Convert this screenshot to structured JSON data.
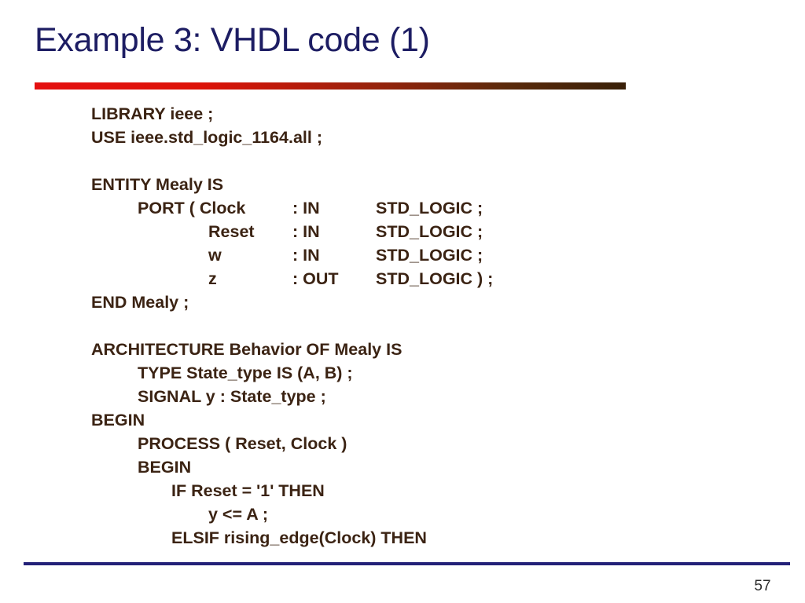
{
  "slide": {
    "title": "Example 3: VHDL code (1)",
    "page_number": "57",
    "colors": {
      "title": "#1d1d63",
      "code_text": "#3b2313",
      "rule_start": "#e41010",
      "rule_end": "#392008",
      "footer_rule": "#232178",
      "background": "#ffffff"
    }
  },
  "code": {
    "lines": [
      {
        "id": "l01",
        "indent": 0,
        "text": "LIBRARY ieee ;"
      },
      {
        "id": "l02",
        "indent": 0,
        "text": "USE ieee.std_logic_1164.all ;"
      },
      {
        "id": "l03",
        "indent": 0,
        "text": ""
      },
      {
        "id": "l04",
        "indent": 0,
        "text": "ENTITY Mealy IS"
      },
      {
        "id": "l09",
        "indent": 0,
        "text": "END Mealy ;"
      },
      {
        "id": "l10",
        "indent": 0,
        "text": ""
      },
      {
        "id": "l11",
        "indent": 0,
        "text": "ARCHITECTURE Behavior OF Mealy IS"
      },
      {
        "id": "l12",
        "indent": 1,
        "text": "TYPE State_type IS (A, B) ;"
      },
      {
        "id": "l13",
        "indent": 1,
        "text": "SIGNAL y : State_type ;"
      },
      {
        "id": "l14",
        "indent": 0,
        "text": "BEGIN"
      },
      {
        "id": "l15",
        "indent": 1,
        "text": "PROCESS ( Reset, Clock )"
      },
      {
        "id": "l16",
        "indent": 1,
        "text": "BEGIN"
      },
      {
        "id": "l17",
        "indent": 2,
        "text": "IF Reset = '1' THEN"
      },
      {
        "id": "l18",
        "indent": 3,
        "text": "y <= A ;"
      },
      {
        "id": "l19",
        "indent": 2,
        "text": "ELSIF rising_edge(Clock) THEN"
      }
    ],
    "ports": [
      {
        "id": "p1",
        "name": "PORT ( Clock",
        "dir": ": IN",
        "type": "STD_LOGIC ;",
        "col": "175"
      },
      {
        "id": "p2",
        "name": "Reset",
        "dir": ": IN",
        "type": "STD_LOGIC ;",
        "col": "265"
      },
      {
        "id": "p3",
        "name": "w",
        "dir": ": IN",
        "type": "STD_LOGIC ;",
        "col": "265"
      },
      {
        "id": "p4",
        "name": "z",
        "dir": ": OUT",
        "type": "STD_LOGIC ) ;",
        "col": "265"
      }
    ]
  }
}
